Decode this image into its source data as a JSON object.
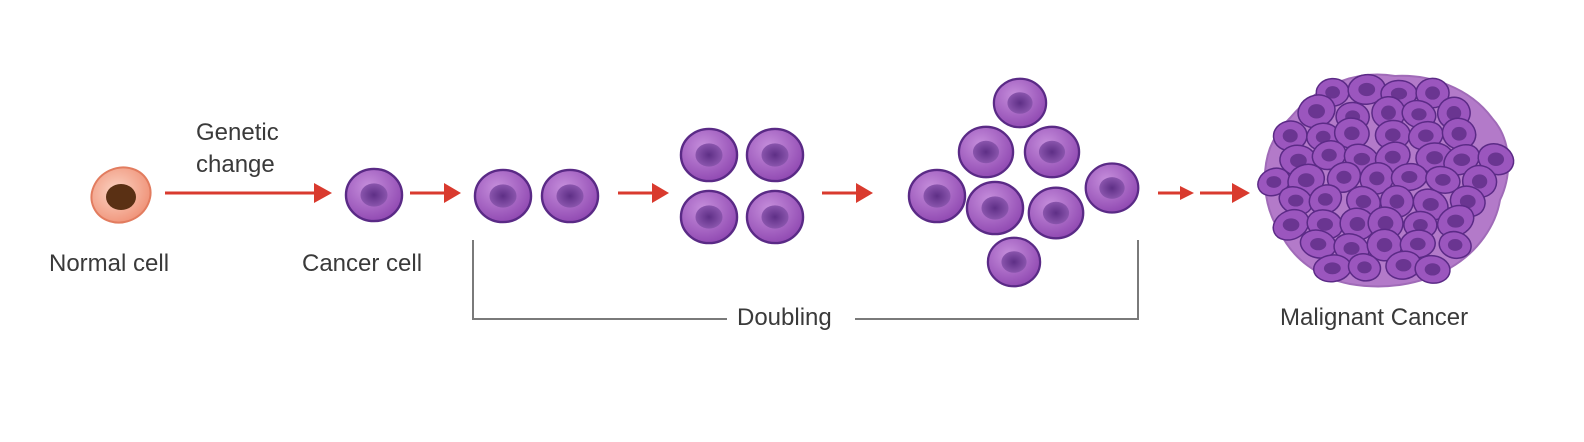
{
  "labels": {
    "normal_cell": "Normal cell",
    "genetic_change": "Genetic\nchange",
    "cancer_cell": "Cancer cell",
    "doubling": "Doubling",
    "malignant_cancer": "Malignant Cancer"
  },
  "colors": {
    "arrow": "#d93a2e",
    "cell_fill": "#9b59b6",
    "cell_stroke": "#5b2a86",
    "nucleus": "#7a3f9e",
    "normal_cell_fill": "#f4a58c",
    "normal_nucleus": "#5a3014",
    "bracket": "#7a7a7a",
    "text": "#3a3a3a"
  }
}
